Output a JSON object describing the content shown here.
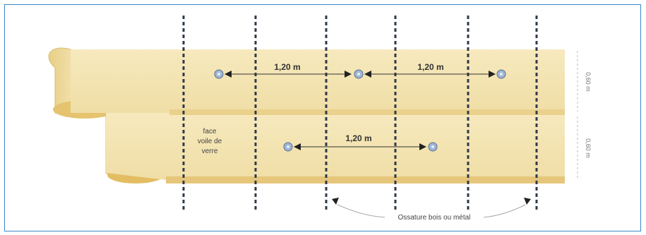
{
  "labels": {
    "spacing_top_left": "1,20 m",
    "spacing_top_right": "1,20 m",
    "spacing_bottom": "1,20 m",
    "face_line1": "face",
    "face_line2": "voile de",
    "face_line3": "verre",
    "top_band_dim": "0,60 m",
    "bottom_band_dim": "0,60 m",
    "structure_note": "Ossature bois ou métal"
  },
  "colors": {
    "panel": "#f3e4b4",
    "panel_edge": "#e2c97e",
    "dashed_line": "#2f3a4a",
    "frame": "#3a86c8"
  }
}
